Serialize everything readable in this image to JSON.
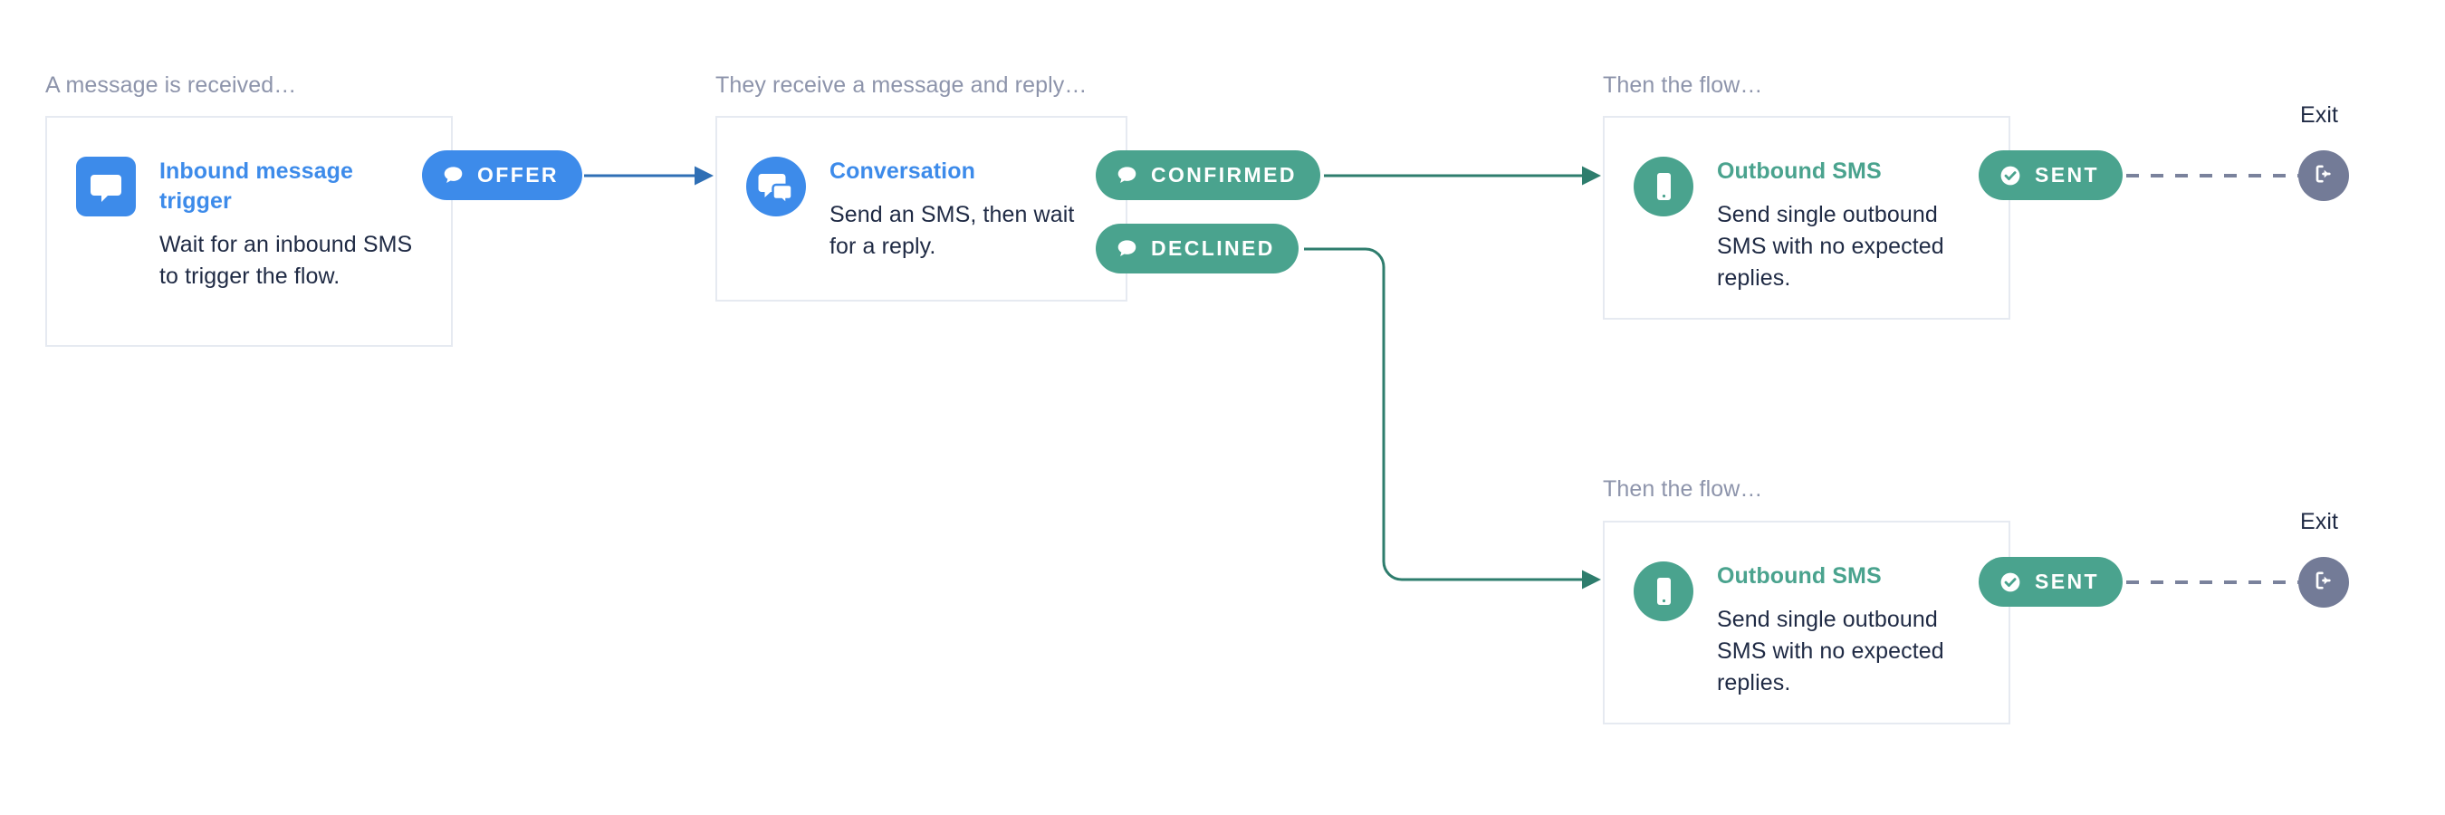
{
  "theme": {
    "blue": "#3d8bea",
    "green": "#4aa38e",
    "slate": "#737b97",
    "label_gray": "#8d94ab",
    "card_border": "#e6eaf1",
    "text_dark": "#1f2a44",
    "canvas_bg": "#ffffff"
  },
  "sections": [
    {
      "label": "A message is received…"
    },
    {
      "label": "They receive a message and reply…"
    },
    {
      "label": "Then the flow…"
    },
    {
      "label": "Then the flow…"
    }
  ],
  "nodes": [
    {
      "id": "inbound-message-trigger",
      "title": "Inbound message trigger",
      "description": "Wait for an inbound SMS to trigger the flow.",
      "icon": "speech-bubble-icon",
      "icon_shape": "rounded-square",
      "accent": "#3d8bea"
    },
    {
      "id": "conversation",
      "title": "Conversation",
      "description": "Send an SMS, then wait for a reply.",
      "icon": "double-speech-bubble-icon",
      "icon_shape": "circle",
      "accent": "#3d8bea"
    },
    {
      "id": "outbound-sms-confirmed",
      "title": "Outbound SMS",
      "description": "Send single outbound SMS with no expected replies.",
      "icon": "mobile-phone-icon",
      "icon_shape": "circle",
      "accent": "#4aa38e"
    },
    {
      "id": "outbound-sms-declined",
      "title": "Outbound SMS",
      "description": "Send single outbound SMS with no expected replies.",
      "icon": "mobile-phone-icon",
      "icon_shape": "circle",
      "accent": "#4aa38e"
    }
  ],
  "pills": [
    {
      "id": "offer",
      "label": "OFFER",
      "icon": "speech-bubble-icon",
      "color": "#3d8bea"
    },
    {
      "id": "confirmed",
      "label": "CONFIRMED",
      "icon": "speech-bubble-icon",
      "color": "#4aa38e"
    },
    {
      "id": "declined",
      "label": "DECLINED",
      "icon": "speech-bubble-icon",
      "color": "#4aa38e"
    },
    {
      "id": "sent-top",
      "label": "SENT",
      "icon": "check-circle-icon",
      "color": "#4aa38e"
    },
    {
      "id": "sent-bottom",
      "label": "SENT",
      "icon": "check-circle-icon",
      "color": "#4aa38e"
    }
  ],
  "exits": [
    {
      "id": "exit-top",
      "label": "Exit",
      "icon": "sign-out-icon",
      "color": "#737b97"
    },
    {
      "id": "exit-bottom",
      "label": "Exit",
      "icon": "sign-out-icon",
      "color": "#737b97"
    }
  ],
  "connections": [
    {
      "from": "offer",
      "to": "conversation",
      "style": "solid-arrow",
      "color": "#2f6fb5"
    },
    {
      "from": "confirmed",
      "to": "outbound-sms-confirmed",
      "style": "solid-arrow",
      "color": "#2e7d6d"
    },
    {
      "from": "declined",
      "to": "outbound-sms-declined",
      "style": "elbow-arrow",
      "color": "#2e7d6d"
    },
    {
      "from": "sent-top",
      "to": "exit-top",
      "style": "dashed",
      "color": "#7a829c"
    },
    {
      "from": "sent-bottom",
      "to": "exit-bottom",
      "style": "dashed",
      "color": "#7a829c"
    }
  ]
}
